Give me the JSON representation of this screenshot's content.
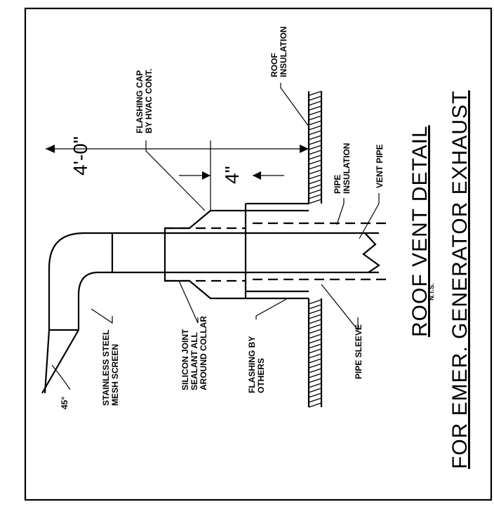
{
  "drawing": {
    "title_line1": "ROOF VENT DETAIL",
    "title_line2": "FOR EMER. GENERATOR EXHAUST",
    "scale_note": "N.T.S.",
    "dim_overall": "4'-0\"",
    "dim_small": "4\"",
    "angle_label": "45°",
    "labels": {
      "roof_insulation": [
        "ROOF",
        "INSULATION"
      ],
      "flashing_cap": [
        "FLASHING CAP",
        "BY HVAC CONT."
      ],
      "pipe_insulation": [
        "PIPE",
        "INSULATION"
      ],
      "vent_pipe": "VENT PIPE",
      "pipe_sleeve": "PIPE SLEEVE",
      "flashing_by_others": [
        "FLASHING BY",
        "OTHERS"
      ],
      "silicon_joint": [
        "SILICON JOINT",
        "SEALANT ALL",
        "AROUND COLLAR"
      ],
      "mesh_screen": [
        "STAINLESS STEEL",
        "MESH SCREEN"
      ]
    }
  }
}
